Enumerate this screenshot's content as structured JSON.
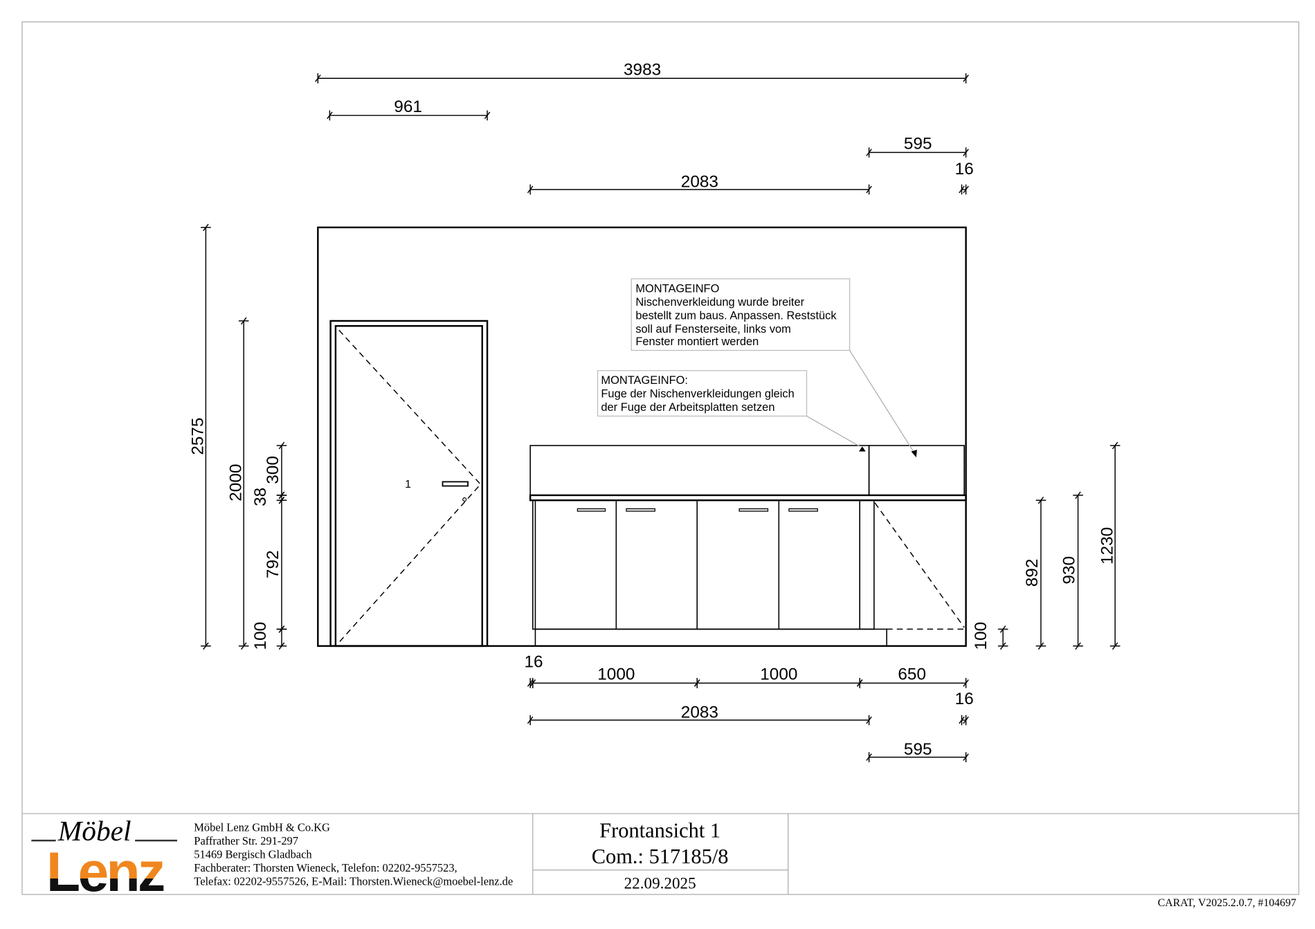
{
  "dimensions": {
    "top_total": "3983",
    "door_width": "961",
    "top_right_595": "595",
    "top_right_16": "16",
    "top_2083": "2083",
    "wall_height": "2575",
    "door_height": "2000",
    "panel_300": "300",
    "worktop_38": "38",
    "cabinet_792": "792",
    "plinth_left_100": "100",
    "plinth_right_100": "100",
    "h_892": "892",
    "h_930": "930",
    "h_1230": "1230",
    "bottom_left_16": "16",
    "cab1_1000": "1000",
    "cab2_1000": "1000",
    "cab3_650": "650",
    "bottom_right_16": "16",
    "bottom_2083": "2083",
    "bottom_595": "595"
  },
  "door_label": "1",
  "callouts": [
    {
      "lines": [
        "MONTAGEINFO",
        "Nischenverkleidung wurde breiter",
        "bestellt zum baus. Anpassen. Reststück",
        "soll auf Fensterseite, links vom",
        "Fenster montiert werden"
      ]
    },
    {
      "lines": [
        "MONTAGEINFO:",
        "Fuge der Nischenverkleidungen gleich",
        "der Fuge der Arbeitsplatten setzen"
      ]
    }
  ],
  "footer": {
    "logo_top": "Möbel",
    "logo_bottom": "Lenz",
    "company": [
      "Möbel Lenz GmbH & Co.KG",
      "Paffrather Str. 291-297",
      "51469 Bergisch Gladbach",
      "Fachberater: Thorsten Wieneck, Telefon: 02202-9557523,",
      "Telefax: 02202-9557526, E-Mail: Thorsten.Wieneck@moebel-lenz.de"
    ],
    "title": "Frontansicht 1",
    "commission": "Com.: 517185/8",
    "date": "22.09.2025",
    "version": "CARAT,  V2025.2.0.7,  #104697"
  },
  "colors": {
    "brand_orange": "#f0861e",
    "brand_black": "#111111"
  }
}
